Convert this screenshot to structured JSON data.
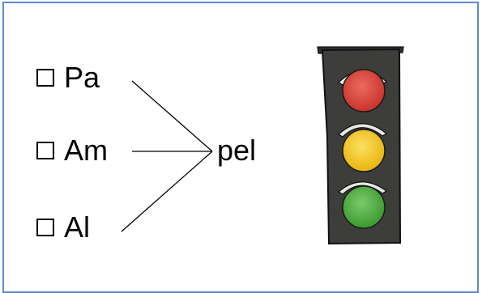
{
  "options": [
    {
      "label": "Pa"
    },
    {
      "label": "Am"
    },
    {
      "label": "Al"
    }
  ],
  "ending": "pel",
  "colors": {
    "frame": "#5b8bd4",
    "light_red": "#d9453b",
    "light_yellow": "#f4cc1a",
    "light_green": "#4cae3c",
    "housing": "#3d3d3b"
  },
  "image": {
    "icon": "traffic-light-icon"
  }
}
